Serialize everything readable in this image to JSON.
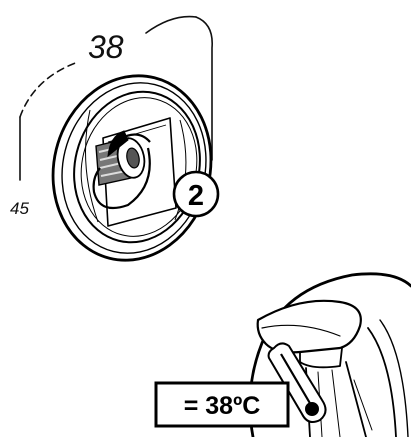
{
  "dimensions": {
    "width_value": "38",
    "height_value": "45"
  },
  "step": {
    "number": "2"
  },
  "temperature": {
    "label": "= 38ºC"
  },
  "colors": {
    "stroke": "#000000",
    "background": "#ffffff"
  },
  "icons": {
    "rotation": "rotate-arrow-icon",
    "thermometer": "thermometer-icon"
  }
}
